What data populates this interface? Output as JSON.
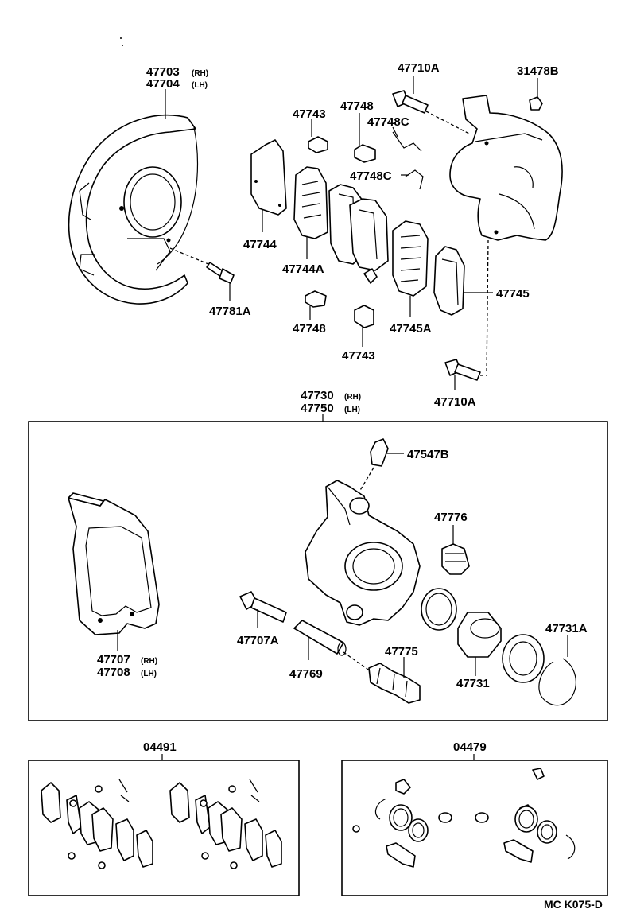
{
  "labels": {
    "p47703": "47703",
    "p47703_side": "(RH)",
    "p47704": "47704",
    "p47704_side": "(LH)",
    "p47710A_top": "47710A",
    "p31478B": "31478B",
    "p47743_top": "47743",
    "p47748_top": "47748",
    "p47748C_a": "47748C",
    "p47748C_b": "47748C",
    "p47744": "47744",
    "p47744A": "47744A",
    "p47781A": "47781A",
    "p47748_bot": "47748",
    "p47743_bot": "47743",
    "p47745A": "47745A",
    "p47745": "47745",
    "p47710A_bot": "47710A",
    "p47730": "47730",
    "p47730_side": "(RH)",
    "p47750": "47750",
    "p47750_side": "(LH)",
    "p47547B": "47547B",
    "p47776": "47776",
    "p47731A": "47731A",
    "p47707A": "47707A",
    "p47775": "47775",
    "p47707": "47707",
    "p47707_side": "(RH)",
    "p47708": "47708",
    "p47708_side": "(LH)",
    "p47769": "47769",
    "p47731": "47731",
    "p04491": "04491",
    "p04479": "04479",
    "diagram_code": "MC K075-D"
  },
  "colors": {
    "line": "#000000",
    "background": "#ffffff"
  }
}
